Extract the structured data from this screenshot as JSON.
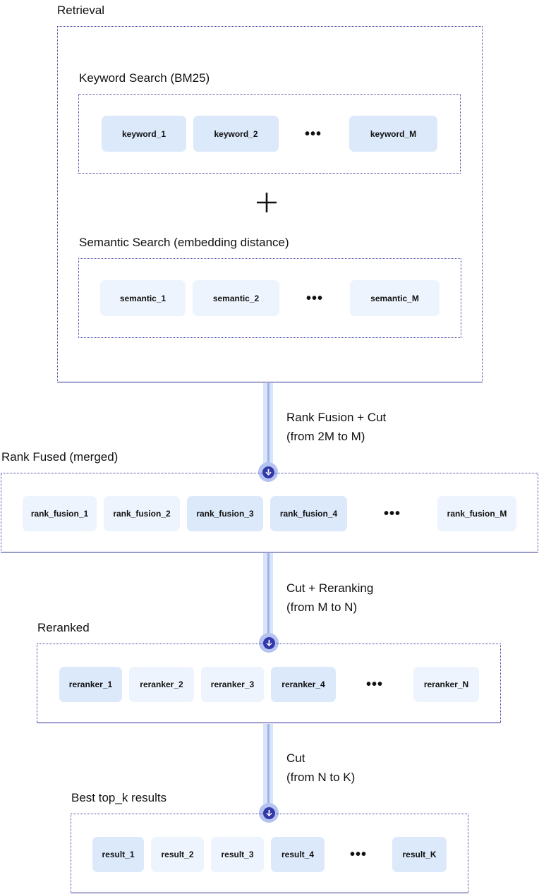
{
  "retrieval": {
    "title": "Retrieval",
    "keyword": {
      "title": "Keyword Search (BM25)",
      "items": [
        "keyword_1",
        "keyword_2",
        "keyword_M"
      ],
      "ellipsis": "•••"
    },
    "semantic": {
      "title": "Semantic Search (embedding distance)",
      "items": [
        "semantic_1",
        "semantic_2",
        "semantic_M"
      ],
      "ellipsis": "•••"
    }
  },
  "edges": {
    "fusion": {
      "line1": "Rank Fusion + Cut",
      "line2": "(from 2M to M)"
    },
    "rerank": {
      "line1": "Cut + Reranking",
      "line2": "(from M to N)"
    },
    "cut": {
      "line1": "Cut",
      "line2": "(from N to K)"
    }
  },
  "rank_fused": {
    "title": "Rank Fused (merged)",
    "items": [
      "rank_fusion_1",
      "rank_fusion_2",
      "rank_fusion_3",
      "rank_fusion_4",
      "rank_fusion_M"
    ],
    "ellipsis": "•••"
  },
  "reranked": {
    "title": "Reranked",
    "items": [
      "reranker_1",
      "reranker_2",
      "reranker_3",
      "reranker_4",
      "reranker_N"
    ],
    "ellipsis": "•••"
  },
  "results": {
    "title": "Best top_k results",
    "items": [
      "result_1",
      "result_2",
      "result_3",
      "result_4",
      "result_K"
    ],
    "ellipsis": "•••"
  },
  "colors": {
    "chip_strong": "#dbe9fb",
    "chip_light": "#eef4fd",
    "border": "#3b3fa0",
    "connector": "#d8e4f8",
    "node": "#3238a8"
  },
  "icons": {
    "node": "arrow-down-circle-icon",
    "plus": "plus-icon"
  }
}
